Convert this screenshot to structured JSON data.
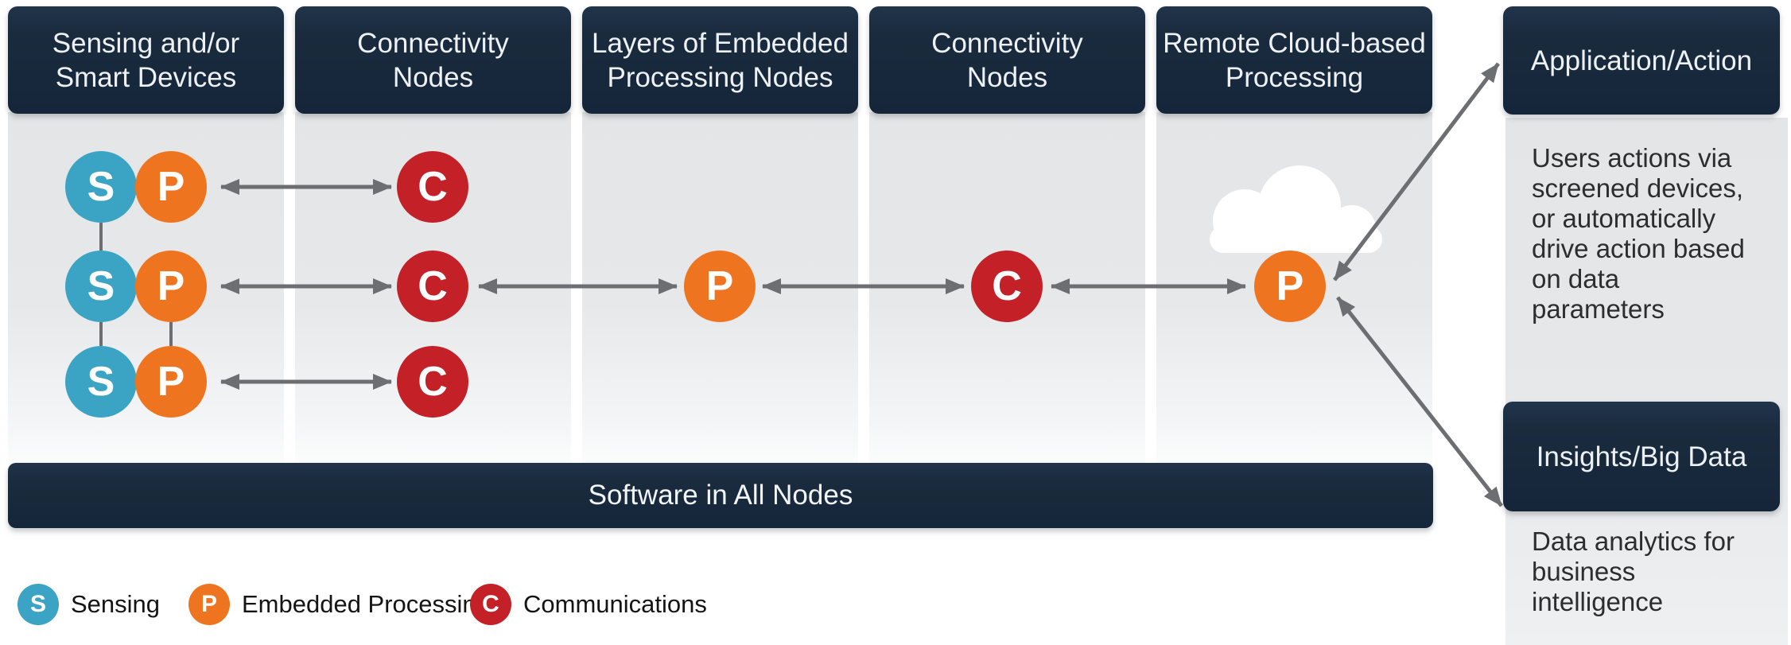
{
  "columns": [
    {
      "title_lines": [
        "Sensing and/or",
        "Smart Devices"
      ]
    },
    {
      "title_lines": [
        "Connectivity",
        "Nodes"
      ]
    },
    {
      "title_lines": [
        "Layers of Embedded",
        "Processing Nodes"
      ]
    },
    {
      "title_lines": [
        "Connectivity",
        "Nodes"
      ]
    },
    {
      "title_lines": [
        "Remote Cloud-based",
        "Processing"
      ]
    }
  ],
  "node_letters": {
    "sensing": "S",
    "processing": "P",
    "communications": "C"
  },
  "software_bar": {
    "label": "Software in All Nodes"
  },
  "right_panel": {
    "application": {
      "title": "Application/Action",
      "description_lines": [
        "Users actions via",
        "screened devices,",
        "or automatically",
        "drive action based",
        "on data",
        "parameters"
      ]
    },
    "insights": {
      "title": "Insights/Big Data",
      "description_lines": [
        "Data analytics for",
        "business",
        "intelligence"
      ]
    }
  },
  "legend": {
    "items": [
      {
        "letter": "S",
        "label": "Sensing"
      },
      {
        "letter": "P",
        "label": "Embedded Processing"
      },
      {
        "letter": "C",
        "label": "Communications"
      }
    ]
  },
  "colors": {
    "navy": "#1a2b3e",
    "sensing_blue": "#3ba3c3",
    "processing_orange": "#ee7420",
    "communications_red": "#c32127",
    "arrow_gray": "#6d6e71",
    "panel_gray": "#e4e6e8"
  }
}
